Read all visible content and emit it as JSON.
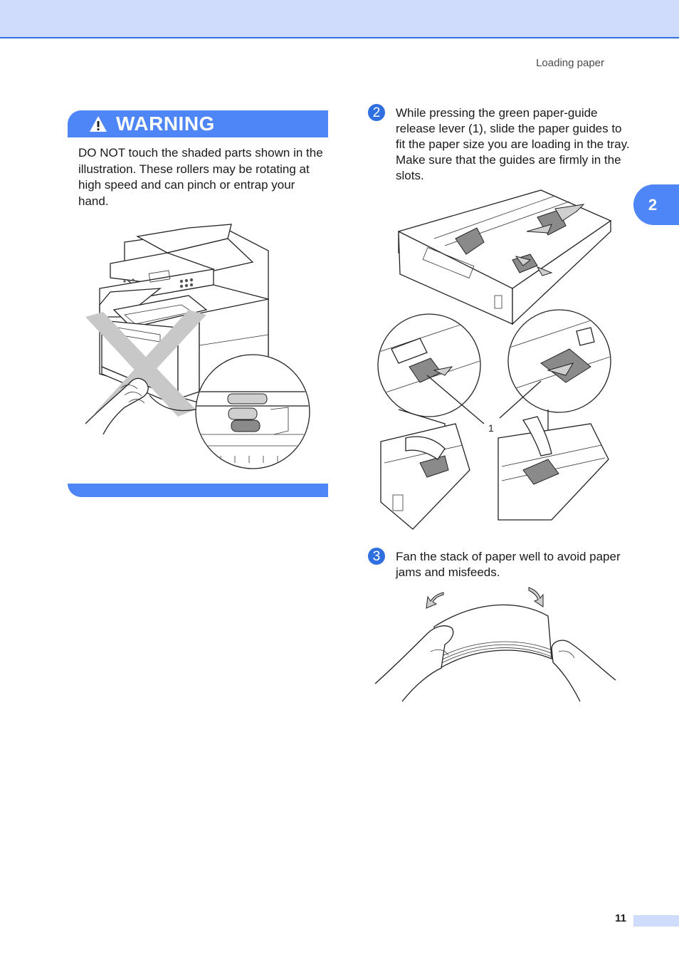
{
  "header": {
    "section_title": "Loading paper"
  },
  "chapter_tab": {
    "number": "2"
  },
  "warning": {
    "title": "WARNING",
    "text": "DO NOT touch the shaded parts shown in the illustration. These rollers may be rotating at high speed and can pinch or entrap your hand."
  },
  "steps": [
    {
      "number": "2",
      "text": "While pressing the green paper-guide release lever (1), slide the paper guides to fit the paper size you are loading in the tray. Make sure that the guides are firmly in the slots."
    },
    {
      "number": "3",
      "text": "Fan the stack of paper well to avoid paper jams and misfeeds."
    }
  ],
  "figure_labels": {
    "lever_callout": "1"
  },
  "footer": {
    "page_number": "11"
  },
  "colors": {
    "accent": "#4f86f7",
    "header_band": "#cfdcfb",
    "bullet": "#2f6fe0"
  }
}
